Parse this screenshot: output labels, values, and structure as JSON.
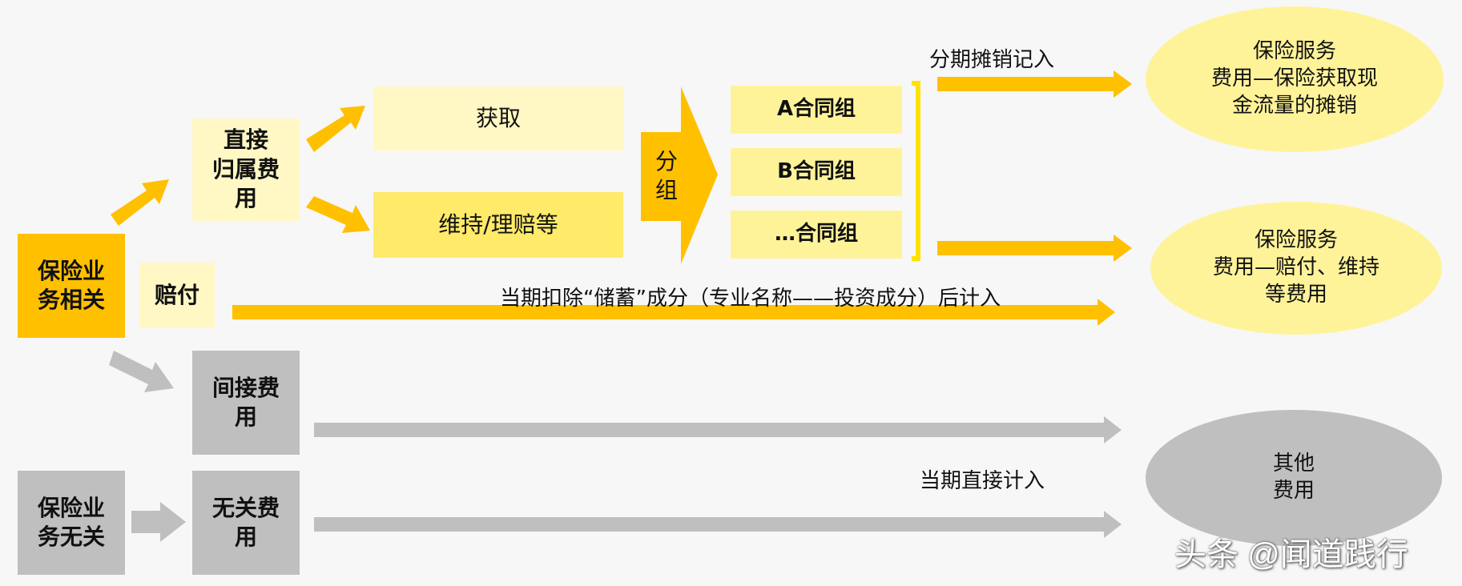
{
  "colors": {
    "dark_yellow": "#ffc000",
    "mid_yellow": "#ffea6a",
    "light_yellow": "#fff8c4",
    "ellipse_yellow": "#fff39a",
    "gray": "#bfbfbf"
  },
  "nodes": {
    "insurance_related": "保险业\n务相关",
    "direct_expense": "直接\n归属费\n用",
    "claims": "赔付",
    "acquisition": "获取",
    "maintenance": "维持/理赔等",
    "grouping": "分\n组",
    "group_a": "A合同组",
    "group_b": "B合同组",
    "group_etc": "…合同组",
    "indirect_expense": "间接费\n用",
    "insurance_unrelated": "保险业\n务无关",
    "unrelated_expense": "无关费\n用"
  },
  "outcomes": {
    "service_acquisition": "保险服务\n费用—保险获取现\n金流量的摊销",
    "service_claims": "保险服务\n费用—赔付、维持\n等费用",
    "other": "其他\n费用"
  },
  "labels": {
    "amortize": "分期摊销记入",
    "deduct": "当期扣除“储蓄”成分（专业名称——投资成分）后计入",
    "direct_current": "当期直接计入"
  },
  "watermark": "头条 @闻道践行"
}
